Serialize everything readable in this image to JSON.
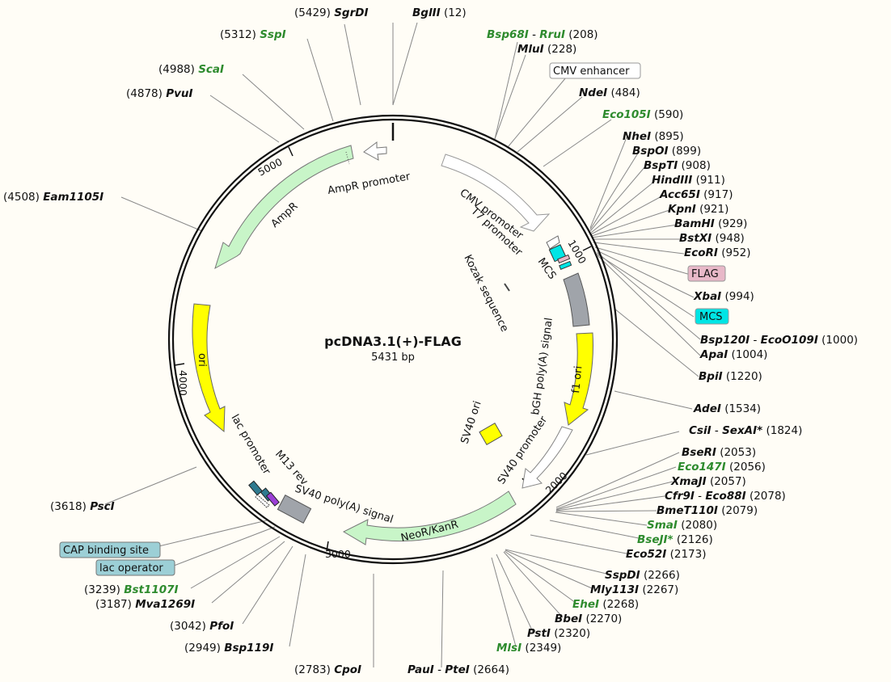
{
  "plasmid": {
    "name": "pcDNA3.1(+)-FLAG",
    "size": "5431 bp"
  },
  "colors": {
    "ampr": "#c8f5c8",
    "ori": "#ffff00",
    "f1": "#ffff00",
    "neo": "#c8f5c8",
    "promoter": "#ffffff",
    "polya": "#a0a4aa",
    "mcs": "#00e5e5",
    "flag": "#e8b8c8",
    "sv40ori": "#ffff00",
    "cap": "#9ccfd6",
    "lacop": "#9ccfd6",
    "green_enzyme": "#2e8b2e"
  },
  "ticks": [
    "1000",
    "2000",
    "3000",
    "4000",
    "5000"
  ],
  "features": {
    "cmv_promoter": "CMV promoter",
    "t7_promoter": "T7 promoter",
    "mcs": "MCS",
    "kozak": "Kozak sequence",
    "bgh": "bGH poly(A) signal",
    "f1ori": "f1 ori",
    "sv40ori": "SV40 ori",
    "sv40prom": "SV40 promoter",
    "neo": "NeoR/KanR",
    "sv40polya": "SV40 poly(A) signal",
    "m13rev": "M13 rev",
    "lacprom": "lac promoter",
    "ori": "ori",
    "ampr": "AmpR",
    "amprprom": "AmpR promoter"
  },
  "boxed_labels": {
    "cmv_enhancer": "CMV enhancer",
    "flag": "FLAG",
    "mcs": "MCS",
    "cap_site": "CAP binding site",
    "lac_operator": "lac operator"
  },
  "sites": {
    "sgrdi": {
      "name": "SgrDI",
      "pos": "(5429)"
    },
    "bglii": {
      "name": "BglII",
      "pos": "(12)"
    },
    "bsp68i": {
      "name": "Bsp68I",
      "name2": "RruI",
      "pos": "(208)"
    },
    "mlui": {
      "name": "MluI",
      "pos": "(228)"
    },
    "sspi": {
      "name": "SspI",
      "pos": "(5312)"
    },
    "scai": {
      "name": "ScaI",
      "pos": "(4988)"
    },
    "pvui": {
      "name": "PvuI",
      "pos": "(4878)"
    },
    "ndei": {
      "name": "NdeI",
      "pos": "(484)"
    },
    "eco105i": {
      "name": "Eco105I",
      "pos": "(590)"
    },
    "nhei": {
      "name": "NheI",
      "pos": "(895)"
    },
    "bspoi": {
      "name": "BspOI",
      "pos": "(899)"
    },
    "bspti": {
      "name": "BspTI",
      "pos": "(908)"
    },
    "hindiii": {
      "name": "HindIII",
      "pos": "(911)"
    },
    "acc65i": {
      "name": "Acc65I",
      "pos": "(917)"
    },
    "kpni": {
      "name": "KpnI",
      "pos": "(921)"
    },
    "bamhi": {
      "name": "BamHI",
      "pos": "(929)"
    },
    "bstxi": {
      "name": "BstXI",
      "pos": "(948)"
    },
    "ecori": {
      "name": "EcoRI",
      "pos": "(952)"
    },
    "xbai": {
      "name": "XbaI",
      "pos": "(994)"
    },
    "bsp120i": {
      "name": "Bsp120I",
      "name2": "EcoO109I",
      "pos": "(1000)"
    },
    "apai": {
      "name": "ApaI",
      "pos": "(1004)"
    },
    "bpii": {
      "name": "BpiI",
      "pos": "(1220)"
    },
    "eam1105i": {
      "name": "Eam1105I",
      "pos": "(4508)"
    },
    "adei": {
      "name": "AdeI",
      "pos": "(1534)"
    },
    "csii": {
      "name": "CsiI",
      "name2": "SexAI*",
      "pos": "(1824)"
    },
    "bseri": {
      "name": "BseRI",
      "pos": "(2053)"
    },
    "eco147i": {
      "name": "Eco147I",
      "pos": "(2056)"
    },
    "xmaji": {
      "name": "XmaJI",
      "pos": "(2057)"
    },
    "cfr9i": {
      "name": "Cfr9I",
      "name2": "Eco88I",
      "pos": "(2078)"
    },
    "bmet110i": {
      "name": "BmeT110I",
      "pos": "(2079)"
    },
    "smai": {
      "name": "SmaI",
      "pos": "(2080)"
    },
    "bseji": {
      "name": "BseJI*",
      "pos": "(2126)"
    },
    "eco52i": {
      "name": "Eco52I",
      "pos": "(2173)"
    },
    "pscI": {
      "name": "PscI",
      "pos": "(3618)"
    },
    "sspdi": {
      "name": "SspDI",
      "pos": "(2266)"
    },
    "mly113i": {
      "name": "Mly113I",
      "pos": "(2267)"
    },
    "ehei": {
      "name": "EheI",
      "pos": "(2268)"
    },
    "bbei": {
      "name": "BbeI",
      "pos": "(2270)"
    },
    "psti": {
      "name": "PstI",
      "pos": "(2320)"
    },
    "mlsi": {
      "name": "MlsI",
      "pos": "(2349)"
    },
    "bst1107i": {
      "name": "Bst1107I",
      "pos": "(3239)"
    },
    "mva1269i": {
      "name": "Mva1269I",
      "pos": "(3187)"
    },
    "pfoi": {
      "name": "PfoI",
      "pos": "(3042)"
    },
    "bsp119i": {
      "name": "Bsp119I",
      "pos": "(2949)"
    },
    "cpoi": {
      "name": "CpoI",
      "pos": "(2783)"
    },
    "paui": {
      "name": "PauI",
      "name2": "PteI",
      "pos": "(2664)"
    }
  }
}
